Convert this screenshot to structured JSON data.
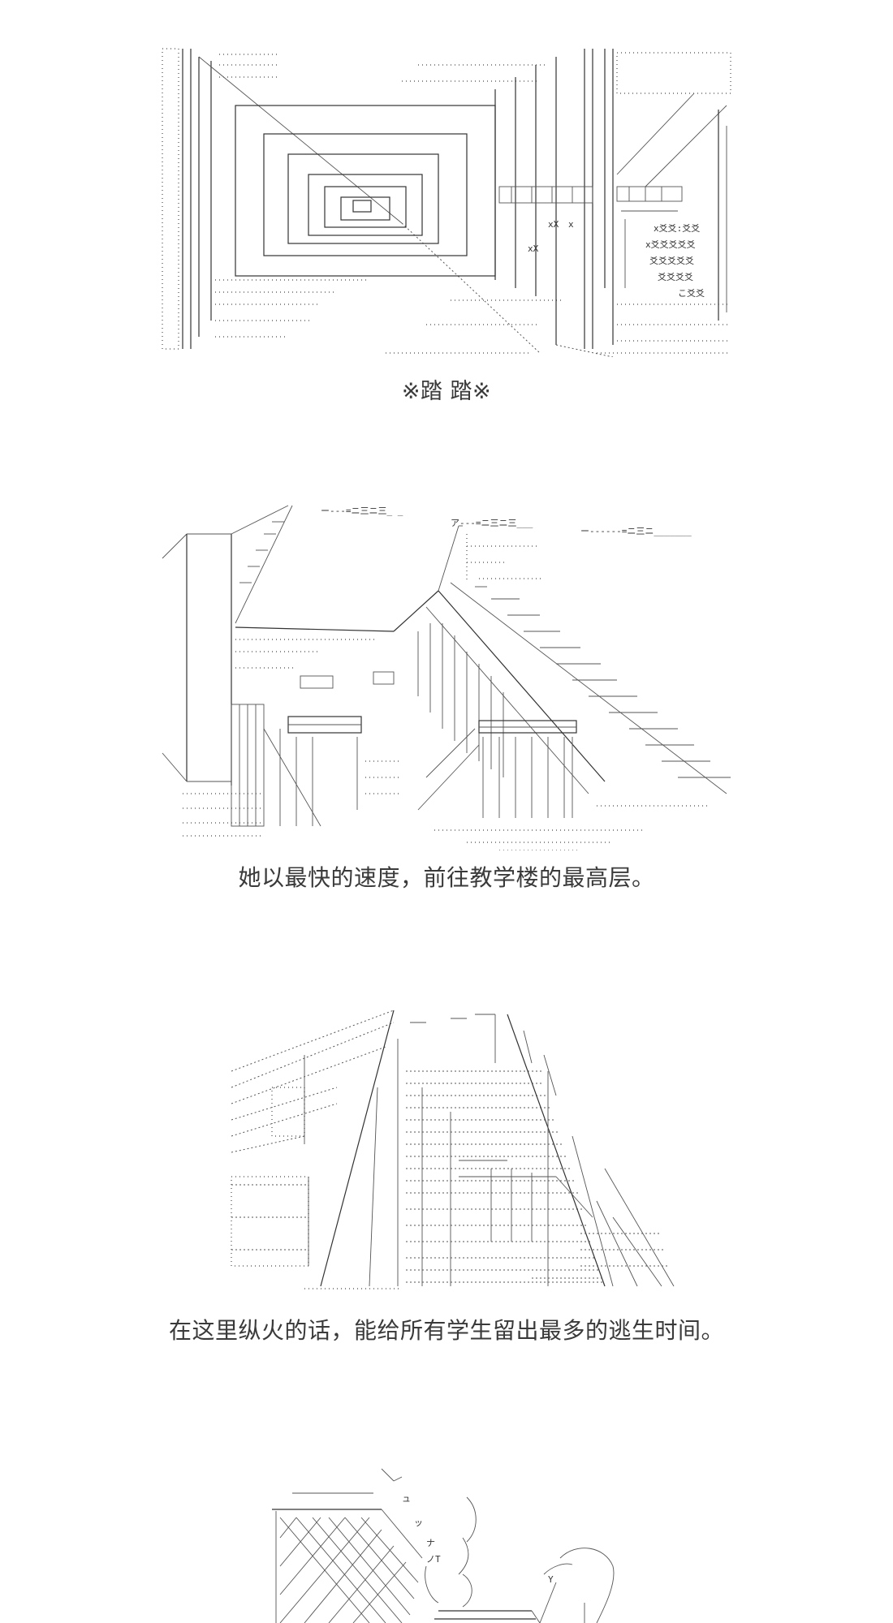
{
  "panels": [
    {
      "id": "hallway",
      "caption": "※踏 踏※"
    },
    {
      "id": "stairs",
      "caption": "她以最快的速度，前往教学楼的最高层。"
    },
    {
      "id": "stairwell",
      "caption": "在这里纵火的话，能给所有学生留出最多的逃生时间。"
    },
    {
      "id": "figure",
      "caption": ""
    }
  ]
}
